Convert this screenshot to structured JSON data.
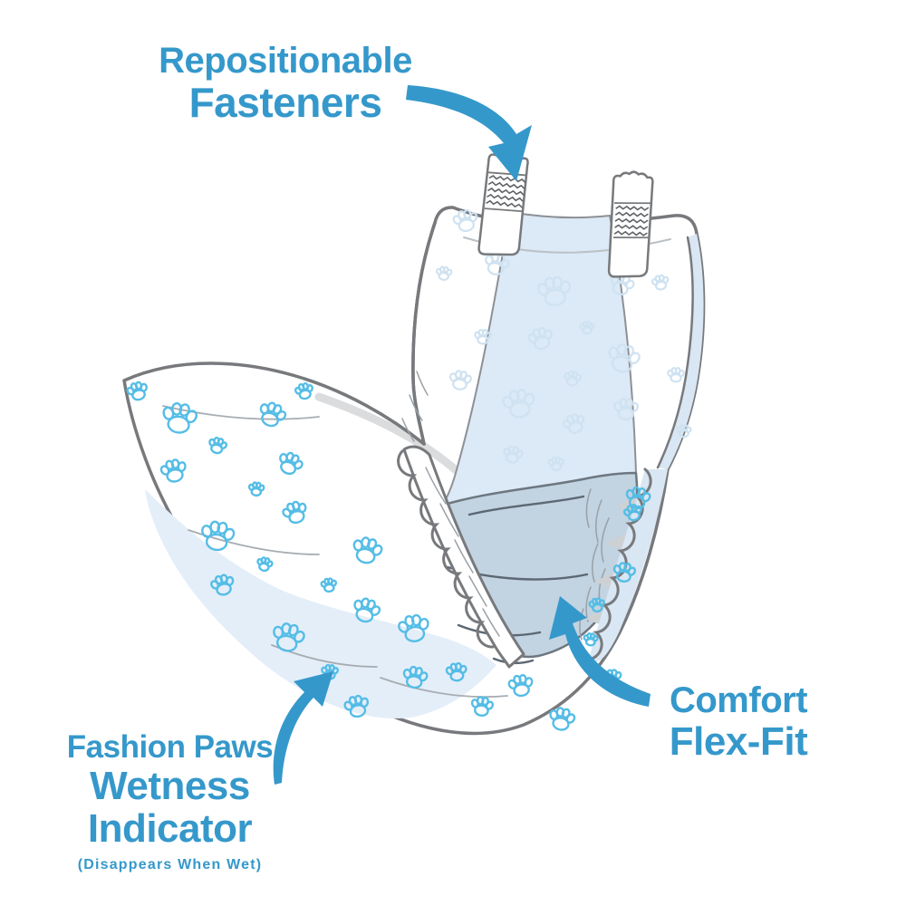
{
  "page": {
    "title": "Pet Diaper Features Diagram",
    "background": "#FFFFFF"
  },
  "callouts": {
    "fasteners": {
      "line1": "Repositionable",
      "line2": "Fasteners"
    },
    "flexfit": {
      "line1": "Comfort",
      "line2": "Flex-Fit"
    },
    "wetness": {
      "line1": "Fashion Paws",
      "line2": "Wetness",
      "line3": "Indicator",
      "note": "(Disappears When Wet)"
    }
  },
  "illustration": {
    "subject": "Disposable dog diaper shown unfolded",
    "features": [
      "Repositionable fastener tabs",
      "Paw print pattern",
      "Fashion Paws wetness indicator pad",
      "Comfort Flex-Fit elastic leg ruffles"
    ]
  },
  "colors": {
    "accent": "#3598CB",
    "outline": "#77797C",
    "paw_bright": "#55BDE6",
    "paw_faint": "#CFE2F1",
    "pad": "#DCE9F6",
    "wet": "#C2D3E1",
    "tint": "#E4EEF9",
    "sliver": "#D9E6F3",
    "shadow": "#CED1D4",
    "crease": "#5C6873",
    "hatch": "#9AA1A7"
  }
}
